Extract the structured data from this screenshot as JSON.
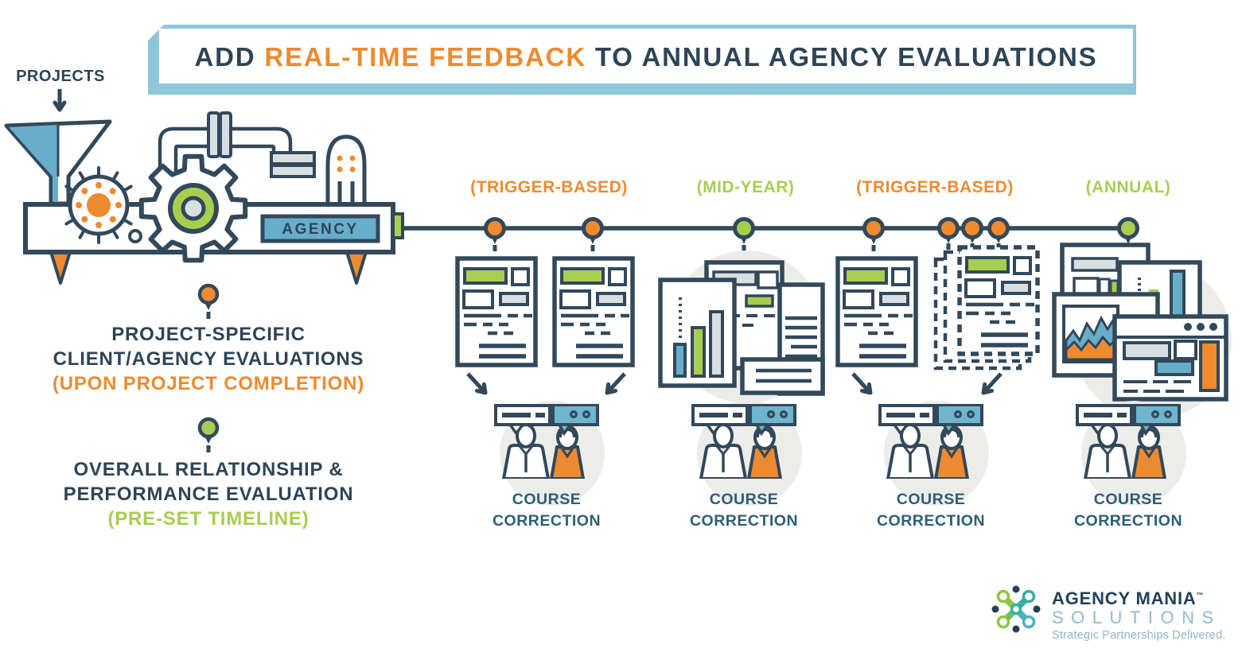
{
  "title": {
    "prefix": "ADD",
    "highlight": "REAL-TIME FEEDBACK",
    "suffix": "TO ANNUAL AGENCY EVALUATIONS"
  },
  "machine": {
    "input_label": "PROJECTS",
    "label": "AGENCY",
    "icons": [
      "funnel-icon",
      "gear-icon",
      "sprocket-icon",
      "pipe-icon",
      "bulb-icon"
    ]
  },
  "legend": {
    "project_specific": {
      "line1": "PROJECT-SPECIFIC",
      "line2": "CLIENT/AGENCY EVALUATIONS",
      "note": "(UPON PROJECT COMPLETION)",
      "marker_color": "#EE8A2F"
    },
    "overall": {
      "line1": "OVERALL RELATIONSHIP &",
      "line2": "PERFORMANCE EVALUATION",
      "note": "(PRE-SET TIMELINE)",
      "marker_color": "#A7CE50"
    }
  },
  "timeline": {
    "groups": [
      {
        "timing": "(TRIGGER-BASED)",
        "timing_type": "trigger",
        "icon": "evaluation-forms",
        "action": "COURSE CORRECTION"
      },
      {
        "timing": "(MID-YEAR)",
        "timing_type": "scheduled",
        "icon": "report-cluster",
        "action": "COURSE CORRECTION"
      },
      {
        "timing": "(TRIGGER-BASED)",
        "timing_type": "trigger",
        "icon": "evaluation-form-stack",
        "action": "COURSE CORRECTION"
      },
      {
        "timing": "(ANNUAL)",
        "timing_type": "scheduled",
        "icon": "dashboard-reports",
        "action": "COURSE CORRECTION"
      }
    ],
    "node_colors": {
      "trigger": "#EE8A2F",
      "scheduled": "#A7CE50"
    }
  },
  "logo": {
    "name": "AGENCY MANIA",
    "trademark": "™",
    "line2": "SOLUTIONS",
    "tagline": "Strategic Partnerships Delivered."
  },
  "colors": {
    "navy": "#32485B",
    "orange": "#EE8A2F",
    "green": "#A7CE50",
    "blue": "#67AECB",
    "banner_blue": "#8FC6DA",
    "gray_fill": "#D8DFE2",
    "circle_bg": "#ECEDE9",
    "course_text": "#2C5E78",
    "logo_blue": "#8FBACD"
  }
}
